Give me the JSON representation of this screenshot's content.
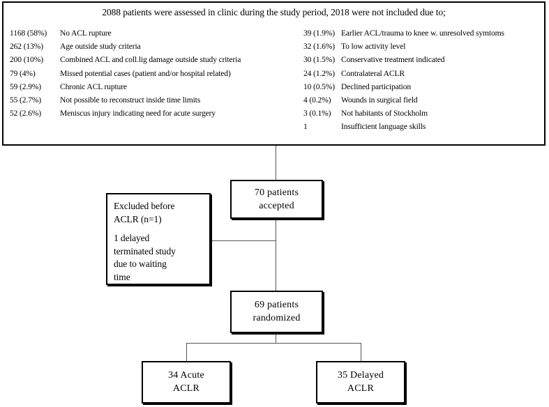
{
  "top_box": {
    "header": "2088 patients were assessed in clinic during the study period, 2018 were not included due to;",
    "left_column": [
      {
        "count": "1168 (58%)",
        "label": "No ACL rupture"
      },
      {
        "count": "262 (13%)",
        "label": "Age outside study criteria"
      },
      {
        "count": "200 (10%)",
        "label": "Combined ACL and coll.lig damage outside study criteria"
      },
      {
        "count": "79 (4%)",
        "label": "Missed potential cases (patient and/or hospital related)"
      },
      {
        "count": "59 (2.9%)",
        "label": "Chronic ACL rupture"
      },
      {
        "count": "55 (2.7%)",
        "label": "Not possible to reconstruct inside time limits"
      },
      {
        "count": "52 (2.6%)",
        "label": "Meniscus injury indicating need for acute surgery"
      }
    ],
    "right_column": [
      {
        "count": "39 (1.9%)",
        "label": "Earlier ACL/trauma to knee w. unresolved symtoms"
      },
      {
        "count": "32 (1.6%)",
        "label": "To low activity level"
      },
      {
        "count": "30 (1.5%)",
        "label": "Conservative treatment indicated"
      },
      {
        "count": "24 (1.2%)",
        "label": "Contralateral ACLR"
      },
      {
        "count": "10 (0.5%)",
        "label": "Declined participation"
      },
      {
        "count": "4 (0.2%)",
        "label": "Wounds in surgical field"
      },
      {
        "count": "3 (0.1%)",
        "label": "Not habitants of Stockholm"
      },
      {
        "count": "1",
        "label": "Insufficient language skills"
      }
    ]
  },
  "nodes": {
    "accepted": {
      "line1": "70 patients",
      "line2": "accepted"
    },
    "excluded": {
      "para1_line1": "Excluded before",
      "para1_line2": "ACLR (n=1)",
      "para2_line1": "1 delayed",
      "para2_line2": "terminated study",
      "para2_line3": "due to waiting",
      "para2_line4": "time"
    },
    "randomized": {
      "line1": "69 patients",
      "line2": "randomized"
    },
    "acute": {
      "line1": "34 Acute",
      "line2": "ACLR"
    },
    "delayed": {
      "line1": "35 Delayed",
      "line2": "ACLR"
    }
  },
  "colors": {
    "box_border": "#000000",
    "connector": "#555555",
    "background": "#ffffff",
    "text": "#000000"
  }
}
